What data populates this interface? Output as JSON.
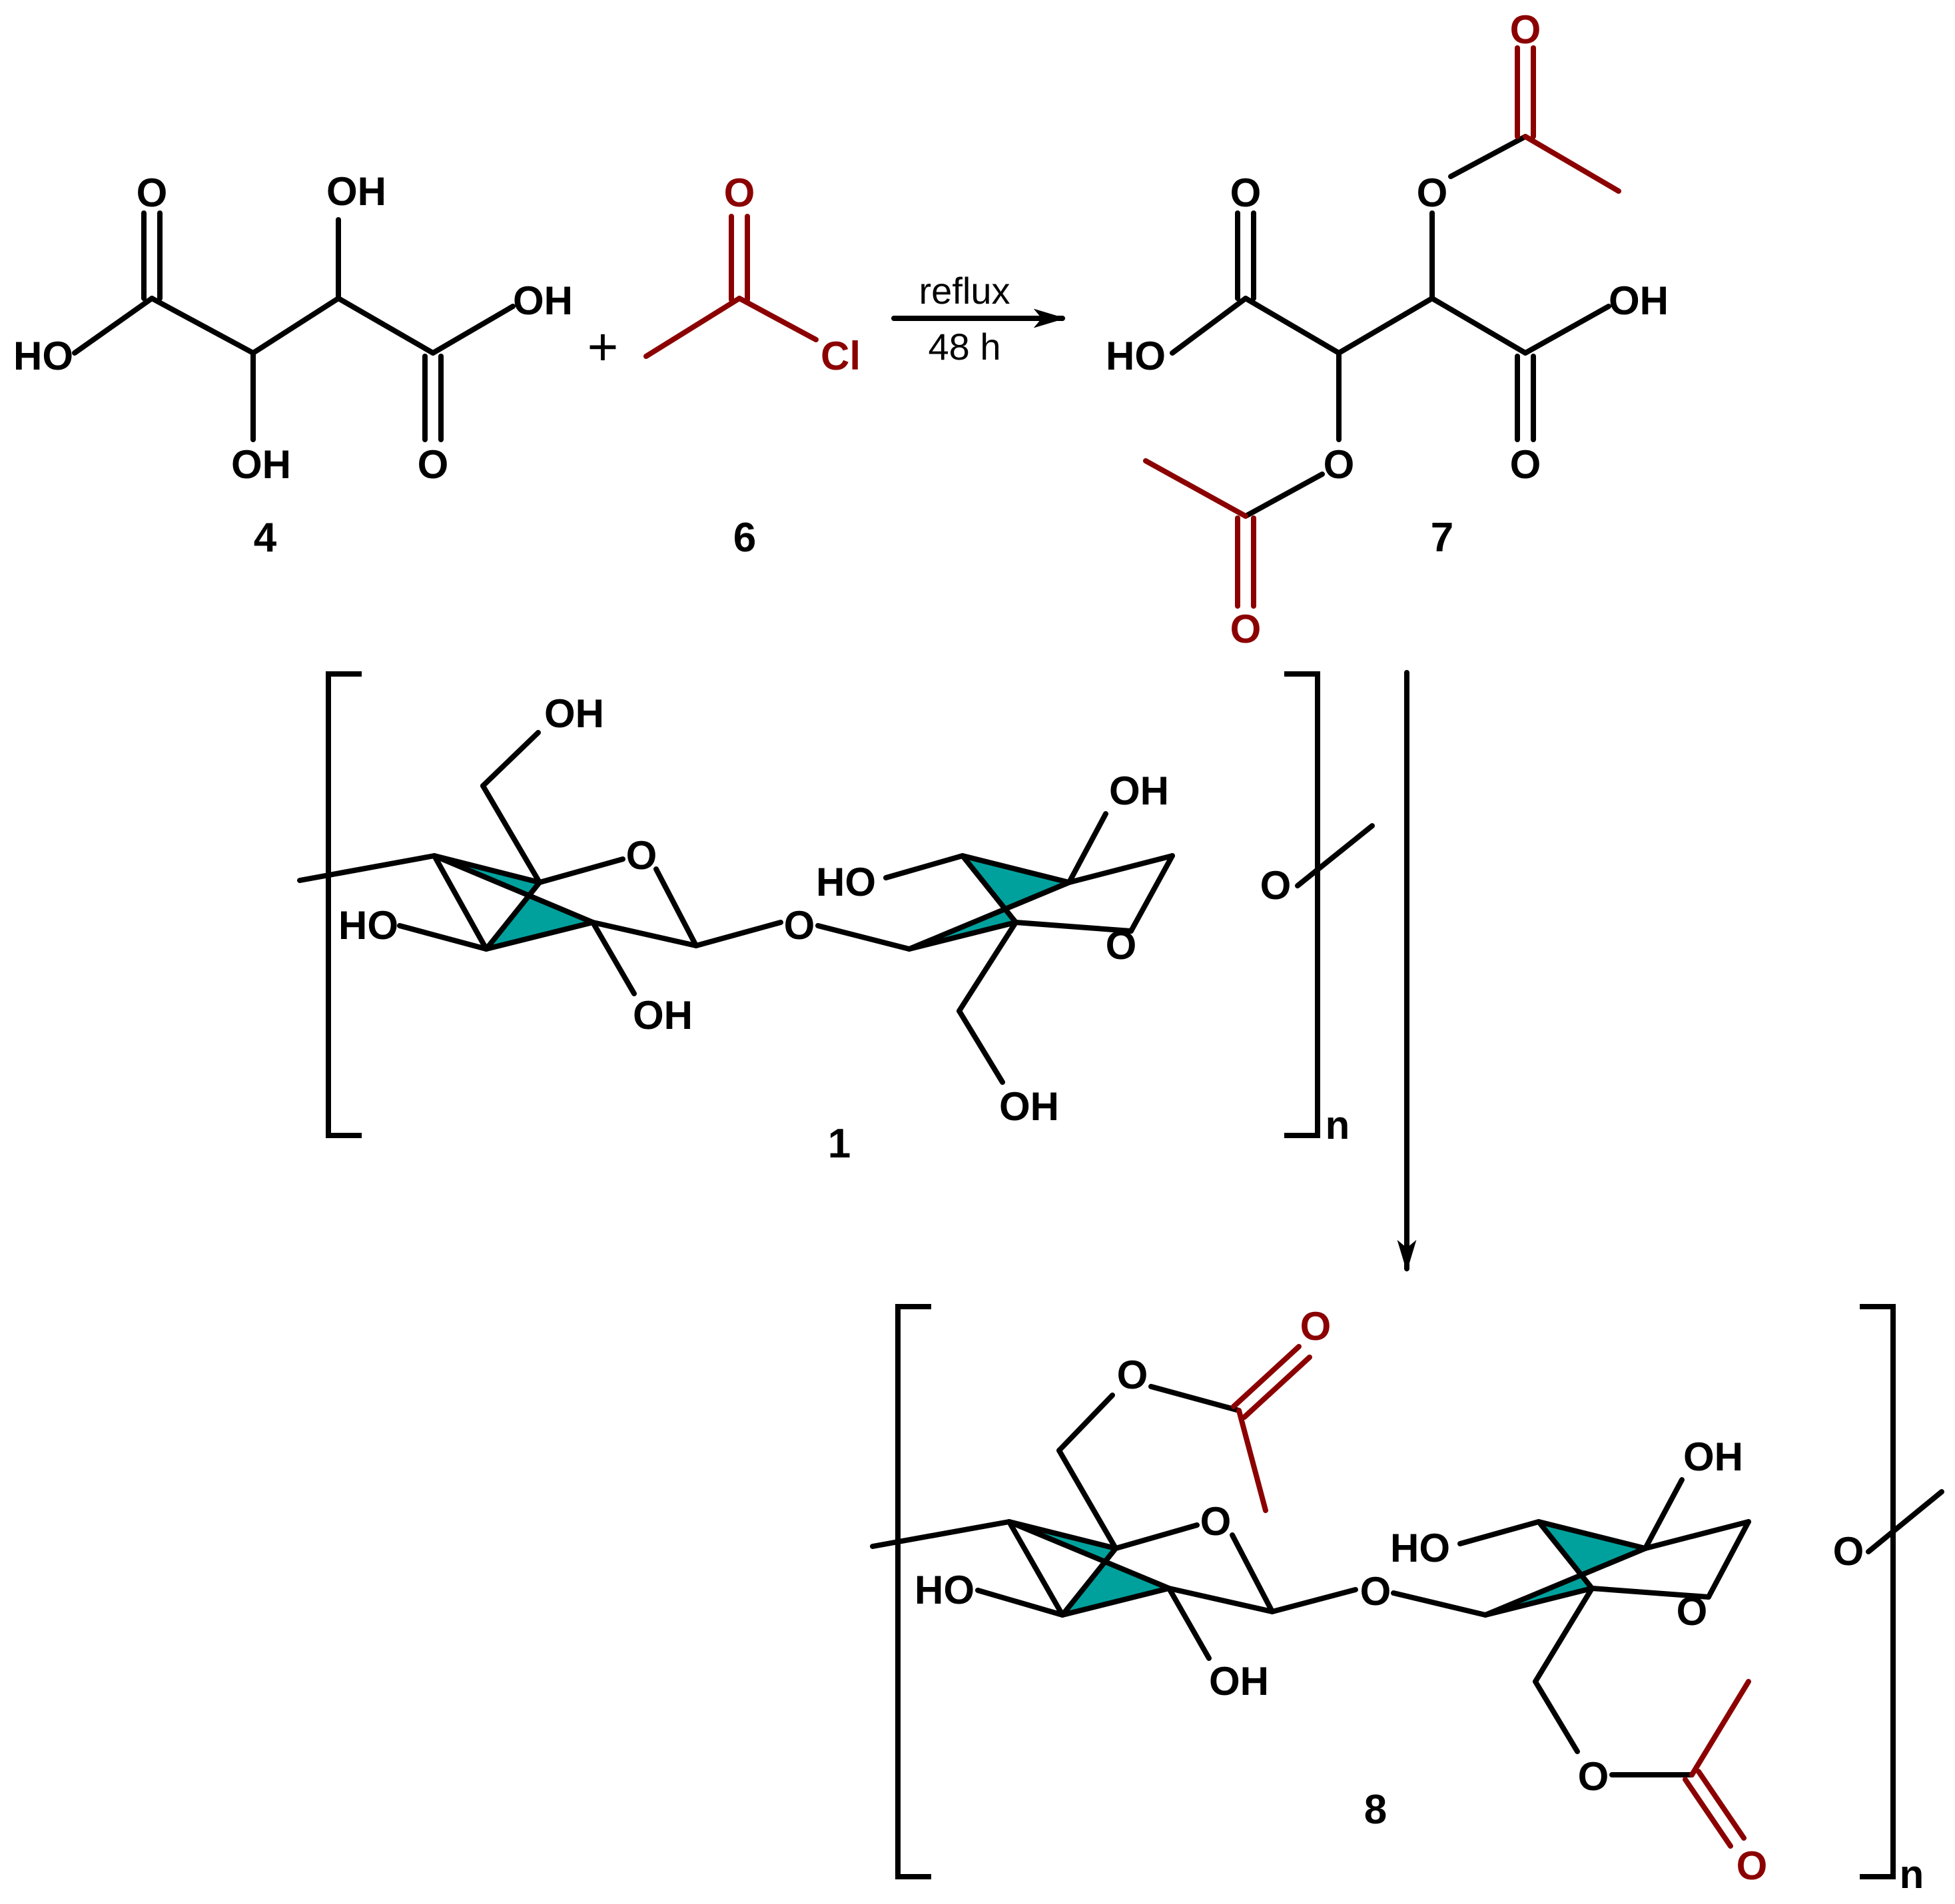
{
  "colors": {
    "bond": "#000000",
    "acetyl": "#8b0000",
    "ring_fill": "#00a19c"
  },
  "atoms": {
    "oxygen": "O",
    "hydroxyl": "OH",
    "hydroxyl_left": "HO",
    "chlorine": "Cl",
    "repeat_n": "n"
  },
  "labels": {
    "tartaric_acid": "4",
    "acetyl_chloride": "6",
    "diacetyl_tartaric": "7",
    "cellulose": "1",
    "product": "8"
  },
  "operators": {
    "plus": "+"
  },
  "conditions": {
    "line1": "reflux",
    "line2": "48 h"
  }
}
